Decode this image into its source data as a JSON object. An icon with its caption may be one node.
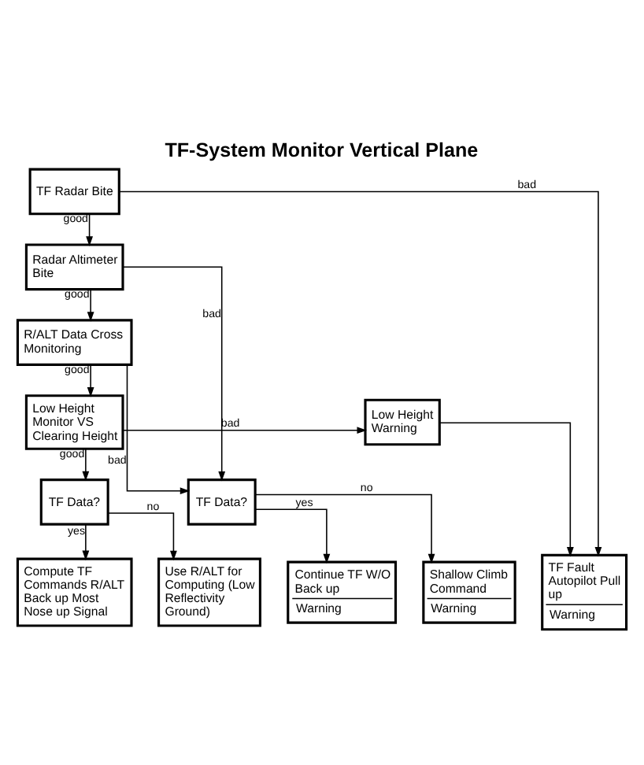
{
  "diagram": {
    "title": "TF-System Monitor Vertical Plane",
    "nodes": [
      {
        "text": [
          "TF Radar Bite"
        ]
      },
      {
        "text": [
          "Radar Altimeter Bite"
        ]
      },
      {
        "text": [
          "R/ALT Data Cross Monitoring"
        ]
      },
      {
        "text": [
          "Low Height Monitor VS Clearing Height"
        ]
      },
      {
        "text": [
          "TF Data?"
        ]
      },
      {
        "text": [
          "Compute TF Commands R/ALT Back up Most Nose up Signal"
        ]
      },
      {
        "text": [
          "Use R/ALT for Computing (Low Reflectivity Ground)"
        ]
      },
      {
        "text": [
          "Low Height Warning"
        ]
      },
      {
        "text": [
          "TF Data?"
        ]
      },
      {
        "text": [
          "Continue TF W/O Back up",
          "Warning"
        ]
      },
      {
        "text": [
          "Shallow Climb Command",
          "Warning"
        ]
      },
      {
        "text": [
          "TF Fault Autopilot Pull up",
          "Warning"
        ]
      }
    ],
    "edges": [
      {
        "from": 0,
        "to": 1,
        "arrow": "to",
        "label": "good"
      },
      {
        "from": 0,
        "to": 11,
        "arrow": "to",
        "label": "bad"
      },
      {
        "from": 1,
        "to": 2,
        "arrow": "to",
        "label": "good"
      },
      {
        "from": 1,
        "to": 8,
        "arrow": "to",
        "label": "bad"
      },
      {
        "from": 2,
        "to": 3,
        "arrow": "to",
        "label": "good"
      },
      {
        "from": 2,
        "to": 8,
        "arrow": "to",
        "label": "bad"
      },
      {
        "from": 3,
        "to": 4,
        "arrow": "to",
        "label": "good"
      },
      {
        "from": 3,
        "to": 7,
        "arrow": "to",
        "label": "bad"
      },
      {
        "from": 7,
        "to": 11,
        "arrow": "to"
      },
      {
        "from": 4,
        "to": 5,
        "arrow": "to",
        "label": "yes"
      },
      {
        "from": 4,
        "to": 6,
        "arrow": "to",
        "label": "no"
      },
      {
        "from": 8,
        "to": 9,
        "arrow": "to",
        "label": "yes"
      },
      {
        "from": 8,
        "to": 10,
        "arrow": "to",
        "label": "no"
      }
    ]
  }
}
